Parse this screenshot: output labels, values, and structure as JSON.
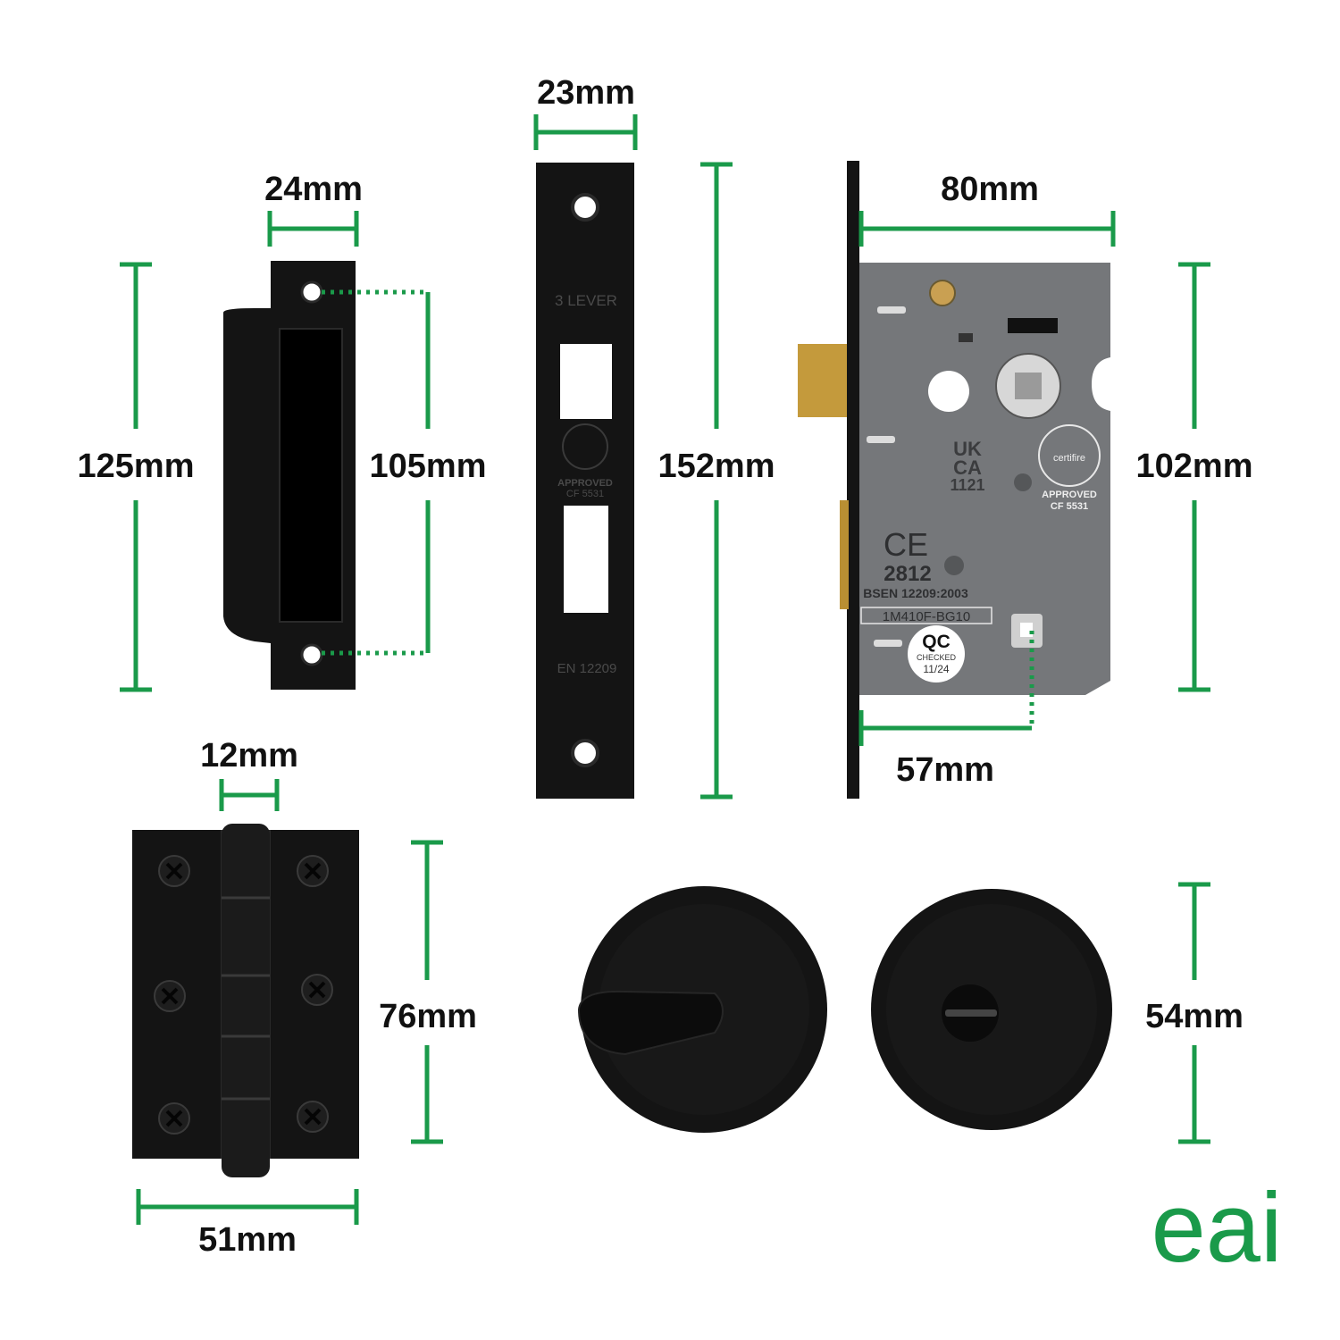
{
  "colors": {
    "accent": "#1a9a4a",
    "metal_black": "#141414",
    "case_grey": "#75777a",
    "brass": "#c49a3c"
  },
  "dimensions": {
    "keep_width": "24mm",
    "keep_height": "125mm",
    "keep_hole_pitch": "105mm",
    "forend_width": "23mm",
    "forend_height": "152mm",
    "case_width": "80mm",
    "case_height": "102mm",
    "backset": "57mm",
    "hinge_knuckle": "12mm",
    "hinge_width": "51mm",
    "hinge_height": "76mm",
    "rose_diameter": "54mm"
  },
  "forend": {
    "lever_text": "3 LEVER",
    "approved_text": "APPROVED",
    "cert_code": "CF 5531",
    "standard_text": "EN 12209"
  },
  "lock_case": {
    "ukca": "UK",
    "ukca2": "CA",
    "ukca_code": "1121",
    "ce_mark": "CE",
    "ce_code": "2812",
    "standard": "BSEN 12209:2003",
    "part_code": "1M410F-BG10",
    "approved_text": "APPROVED",
    "cert_code": "CF 5531",
    "certifire": "certifire",
    "qc_title": "QC",
    "qc_checked": "CHECKED",
    "qc_date": "11/24"
  },
  "brand": {
    "logo_text": "eai"
  }
}
